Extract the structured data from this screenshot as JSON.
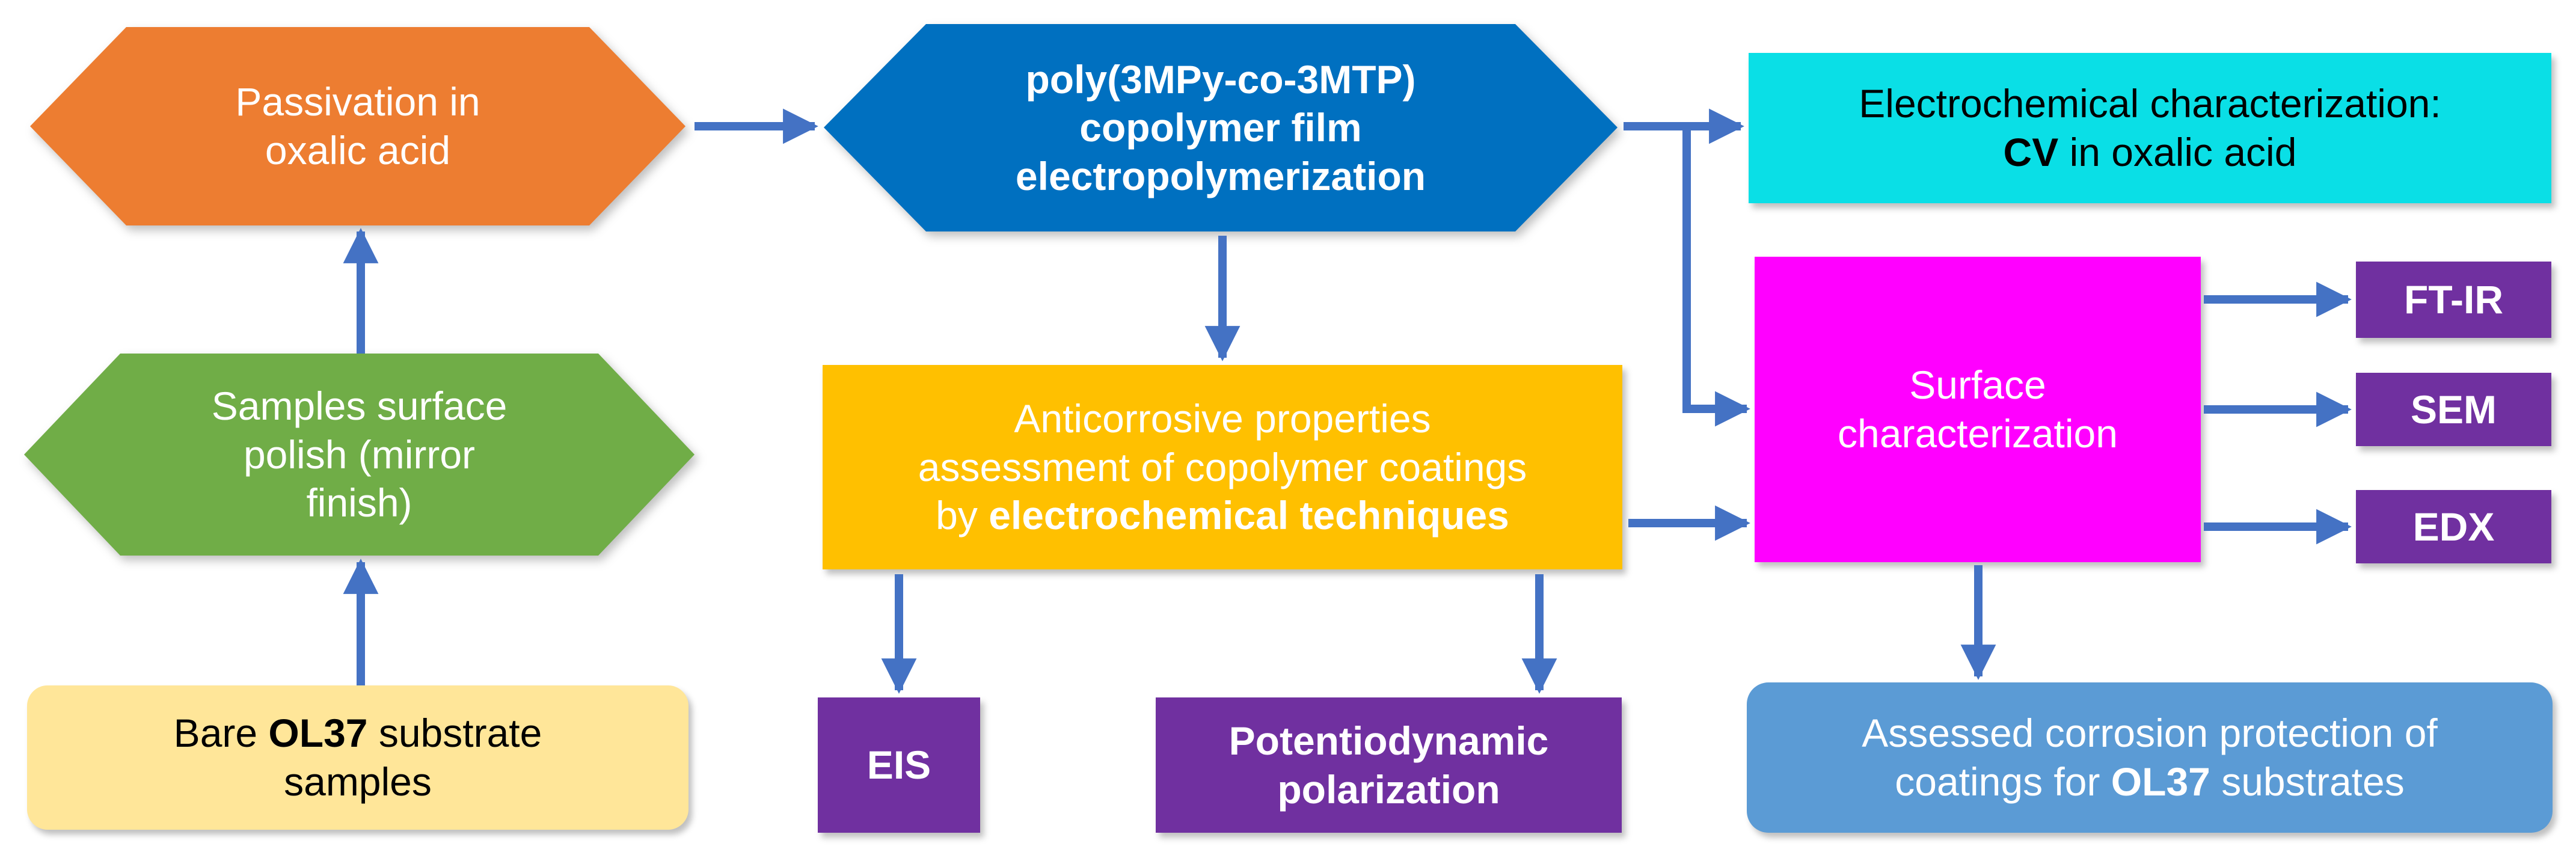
{
  "nodes": {
    "passivation": {
      "line1": "Passivation in",
      "line2": "oxalic acid",
      "color": "#ED7D31"
    },
    "polish": {
      "line1": "Samples surface",
      "line2": "polish (mirror",
      "line3": "finish)",
      "color": "#70AD47"
    },
    "bare": {
      "pre": "Bare ",
      "bold": "OL37",
      "post": " substrate",
      "line2": "samples",
      "color": "#FFE699"
    },
    "copolymer": {
      "line1": "poly(3MPy-co-3MTP)",
      "line2": "copolymer film",
      "line3": "electropolymerization",
      "color": "#0070C0"
    },
    "anticorrosive": {
      "line1": "Anticorrosive properties",
      "line2": "assessment of copolymer coatings",
      "line3_pre": "by ",
      "line3_bold": "electrochemical techniques",
      "color": "#FFC000"
    },
    "eis": {
      "label": "EIS",
      "color": "#7030A0"
    },
    "potentiodynamic": {
      "line1": "Potentiodynamic",
      "line2": "polarization",
      "color": "#7030A0"
    },
    "electrochem_char": {
      "line1": "Electrochemical characterization:",
      "line2_bold": "CV",
      "line2_post": " in oxalic acid",
      "color": "#0ADFE6"
    },
    "surface": {
      "line1": "Surface",
      "line2": "characterization",
      "color": "#FF00FF"
    },
    "ftir": {
      "label": "FT-IR",
      "color": "#7030A0"
    },
    "sem": {
      "label": "SEM",
      "color": "#7030A0"
    },
    "edx": {
      "label": "EDX",
      "color": "#7030A0"
    },
    "assessed": {
      "line1": "Assessed corrosion protection of",
      "line2_pre": "coatings for ",
      "line2_bold": "OL37",
      "line2_post": " substrates",
      "color": "#5B9BD5"
    }
  },
  "arrow_color": "#4472C4"
}
